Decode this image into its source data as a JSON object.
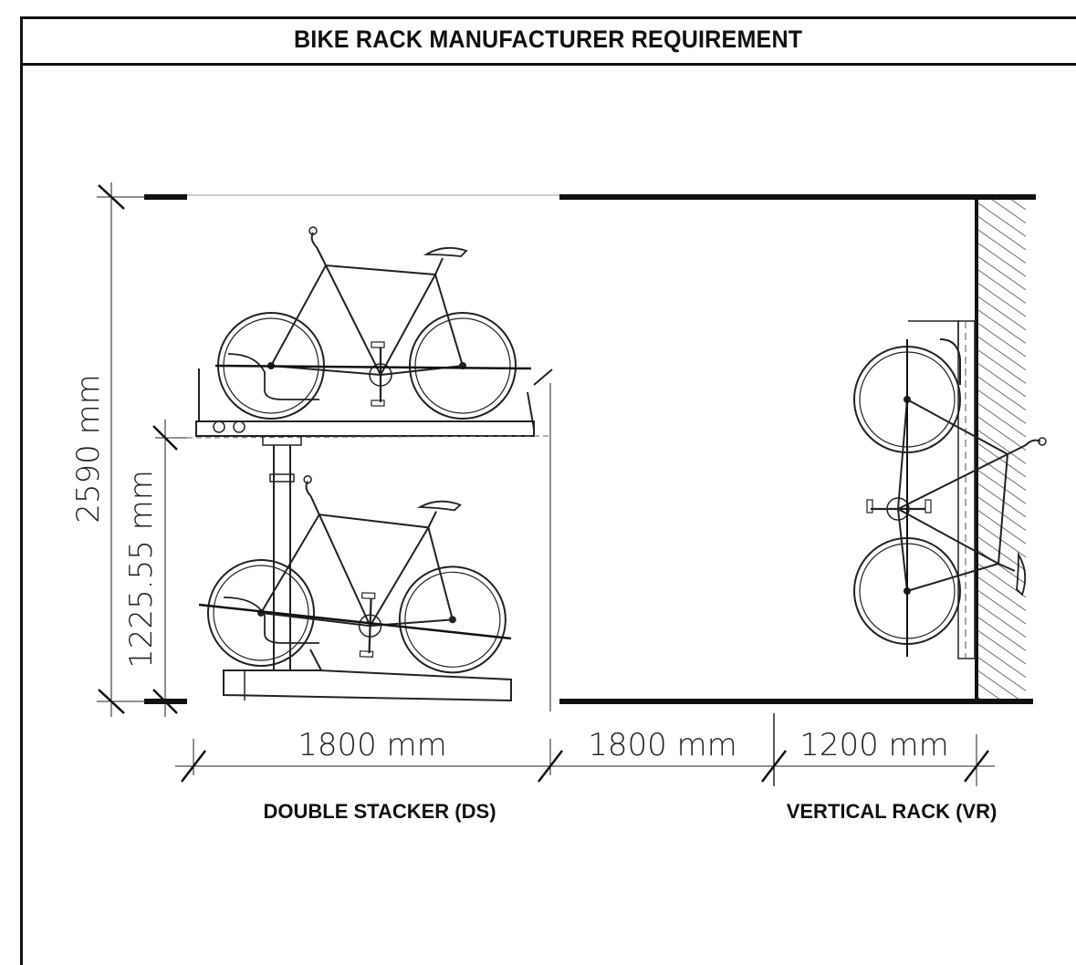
{
  "title": "BIKE RACK MANUFACTURER REQUIREMENT",
  "dimensions": {
    "total_height": "2590 mm",
    "tier_height": "1225.55 mm",
    "ds_width": "1800 mm",
    "aisle_width": "1800 mm",
    "vr_depth": "1200 mm"
  },
  "labels": {
    "double_stacker": "DOUBLE STACKER (DS)",
    "vertical_rack": "VERTICAL RACK (VR)"
  }
}
